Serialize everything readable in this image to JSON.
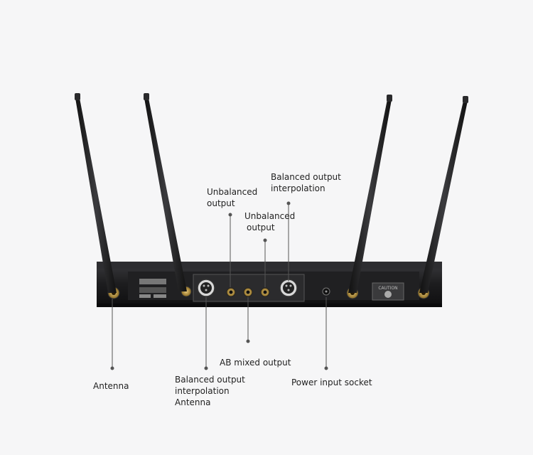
{
  "callouts": {
    "balanced_output_top": [
      "Balanced output",
      "interpolation"
    ],
    "unbalanced_output_left": [
      "Unbalanced",
      "output"
    ],
    "unbalanced_output_mid": [
      "Unbalanced",
      "output"
    ],
    "antenna": [
      "Antenna"
    ],
    "balanced_output_bottom": [
      "Balanced output",
      "interpolation",
      "Antenna"
    ],
    "ab_mixed_output": [
      "AB mixed output"
    ],
    "power_input_socket": [
      "Power input socket"
    ]
  },
  "panel_markings": {
    "caution": "CAUTION"
  },
  "colors": {
    "background": "#f6f6f7",
    "chassis": "#1c1c1e",
    "panel": "#2a2a2c",
    "gold": "#c9a24a",
    "leader": "#555555",
    "text": "#222222"
  }
}
